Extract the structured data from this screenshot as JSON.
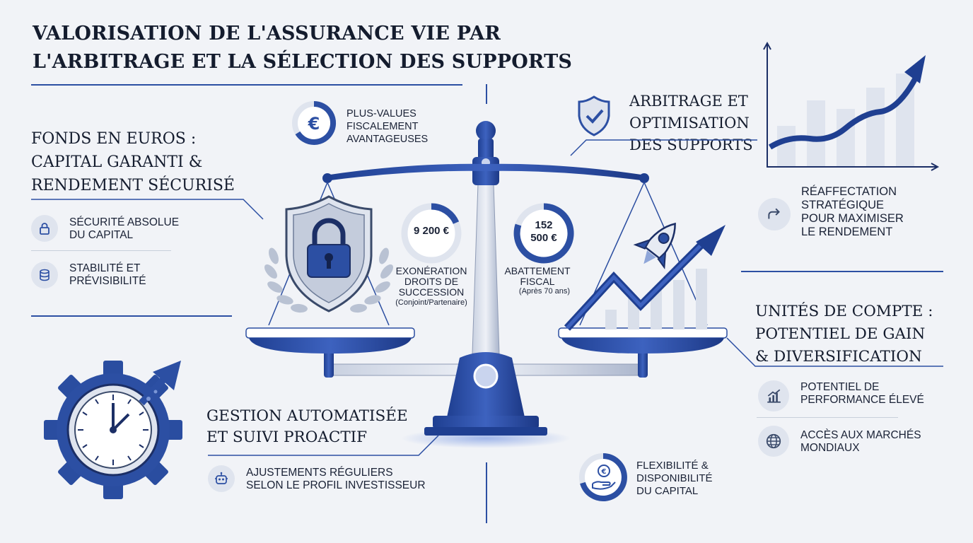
{
  "title": {
    "line1": "VALORISATION DE L'ASSURANCE VIE PAR",
    "line2": "L'ARBITRAGE ET LA SÉLECTION DES SUPPORTS"
  },
  "fonds_euros": {
    "title_line1": "FONDS EN EUROS :",
    "title_line2": "CAPITAL GARANTI &",
    "title_line3": "RENDEMENT SÉCURISÉ",
    "items": [
      {
        "line1": "SÉCURITÉ ABSOLUE",
        "line2": "DU CAPITAL",
        "icon": "lock-icon"
      },
      {
        "line1": "STABILITÉ ET",
        "line2": "PRÉVISIBILITÉ",
        "icon": "coins-icon"
      }
    ]
  },
  "plus_values": {
    "line1": "PLUS-VALUES",
    "line2": "FISCALEMENT",
    "line3": "AVANTAGEUSES",
    "icon": "euro-icon"
  },
  "succession": {
    "value": "9 200 €",
    "caption_line1": "EXONÉRATION",
    "caption_line2": "DROITS DE",
    "caption_line3": "SUCCESSION",
    "note": "(Conjoint/Partenaire)",
    "fill_fraction": 0.22
  },
  "abattement": {
    "value_line1": "152",
    "value_line2": "500 €",
    "caption_line1": "ABATTEMENT",
    "caption_line2": "FISCAL",
    "note": "(Après 70 ans)",
    "fill_fraction": 0.78
  },
  "arbitrage": {
    "line1": "ARBITRAGE ET",
    "line2": "OPTIMISATION",
    "line3": "DES SUPPORTS",
    "icon": "shield-check-icon"
  },
  "reaffectation": {
    "line1": "RÉAFFECTATION",
    "line2": "STRATÉGIQUE",
    "line3": "POUR MAXIMISER",
    "line4": "LE RENDEMENT",
    "icon": "redirect-arrow-icon"
  },
  "unites_compte": {
    "title_line1": "UNITÉS DE COMPTE :",
    "title_line2": "POTENTIEL DE GAIN",
    "title_line3": "& DIVERSIFICATION",
    "items": [
      {
        "line1": "POTENTIEL DE",
        "line2": "PERFORMANCE ÉLEVÉ",
        "icon": "growth-chart-icon"
      },
      {
        "line1": "ACCÈS AUX MARCHÉS",
        "line2": "MONDIAUX",
        "icon": "globe-icon"
      }
    ]
  },
  "gestion": {
    "title_line1": "GESTION AUTOMATISÉE",
    "title_line2": "ET SUIVI PROACTIF",
    "item_line1": "AJUSTEMENTS RÉGULIERS",
    "item_line2": "SELON LE PROFIL INVESTISSEUR",
    "icon": "robot-icon"
  },
  "flexibilite": {
    "line1": "FLEXIBILITÉ &",
    "line2": "DISPONIBILITÉ",
    "line3": "DU CAPITAL",
    "icon": "euro-hand-icon"
  },
  "colors": {
    "accent": "#2c4fa3",
    "dark": "#141c2e",
    "background": "#f1f3f7"
  }
}
